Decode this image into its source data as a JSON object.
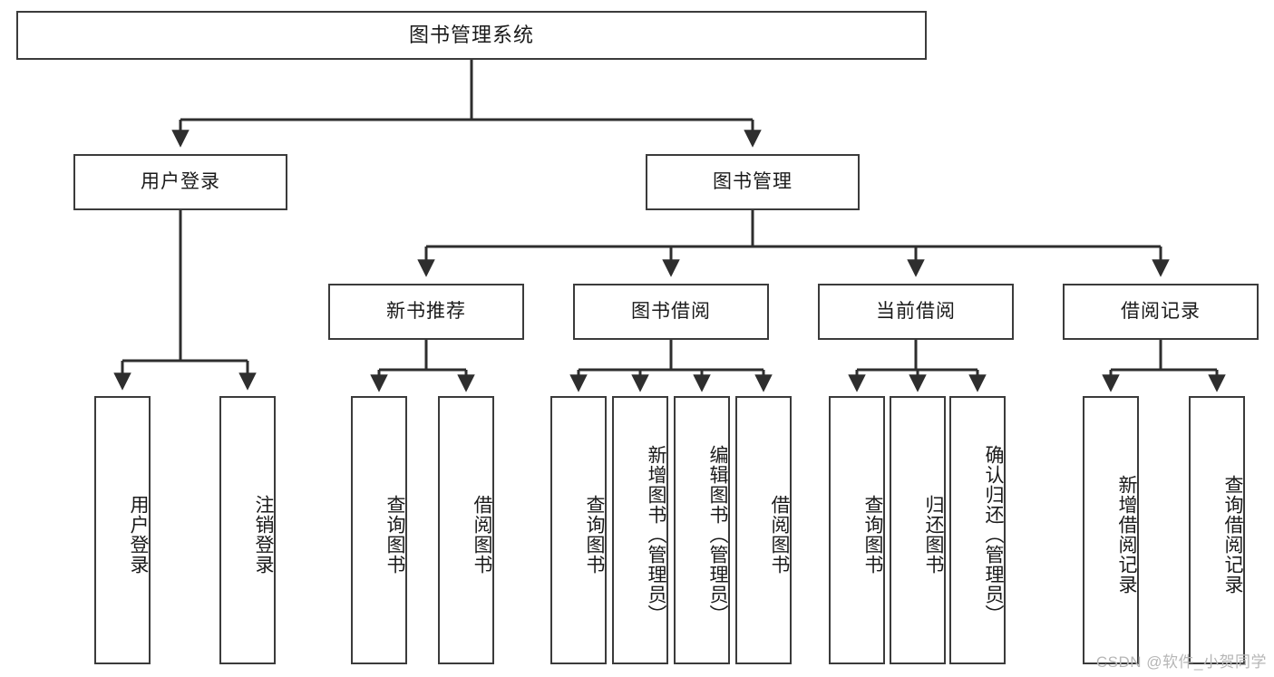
{
  "diagram": {
    "type": "tree-hierarchy-chart",
    "title_node": {
      "label": "图书管理系统"
    },
    "level2": [
      {
        "id": "user-login",
        "label": "用户登录"
      },
      {
        "id": "book-manage",
        "label": "图书管理"
      }
    ],
    "level3": [
      {
        "id": "new-book-recommend",
        "label": "新书推荐"
      },
      {
        "id": "book-borrow",
        "label": "图书借阅"
      },
      {
        "id": "current-borrow",
        "label": "当前借阅"
      },
      {
        "id": "borrow-record",
        "label": "借阅记录"
      }
    ],
    "leaves": {
      "user_login": [
        {
          "id": "leaf-user-login",
          "label": "用户登录"
        },
        {
          "id": "leaf-logout-login",
          "label": "注销登录"
        }
      ],
      "new_book_recommend": [
        {
          "id": "leaf-query-book-1",
          "label": "查询图书"
        },
        {
          "id": "leaf-borrow-book-1",
          "label": "借阅图书"
        }
      ],
      "book_borrow": [
        {
          "id": "leaf-query-book-2",
          "label": "查询图书"
        },
        {
          "id": "leaf-add-book",
          "label": "新增图书（管理员）"
        },
        {
          "id": "leaf-edit-book",
          "label": "编辑图书（管理员）"
        },
        {
          "id": "leaf-borrow-book-2",
          "label": "借阅图书"
        }
      ],
      "current_borrow": [
        {
          "id": "leaf-query-book-3",
          "label": "查询图书"
        },
        {
          "id": "leaf-return-book",
          "label": "归还图书"
        },
        {
          "id": "leaf-confirm-return",
          "label": "确认归还（管理员）"
        }
      ],
      "borrow_record": [
        {
          "id": "leaf-add-record",
          "label": "新增借阅记录"
        },
        {
          "id": "leaf-query-record",
          "label": "查询借阅记录"
        }
      ]
    },
    "colors": {
      "box_border": "#3b3b3b",
      "box_fill": "#ffffff",
      "edge": "#2e2e2e",
      "text": "#1a1a1a",
      "watermark": "#b6b6b6",
      "background": "#ffffff"
    }
  },
  "watermark": {
    "text": "CSDN @软件_小贺同学"
  }
}
